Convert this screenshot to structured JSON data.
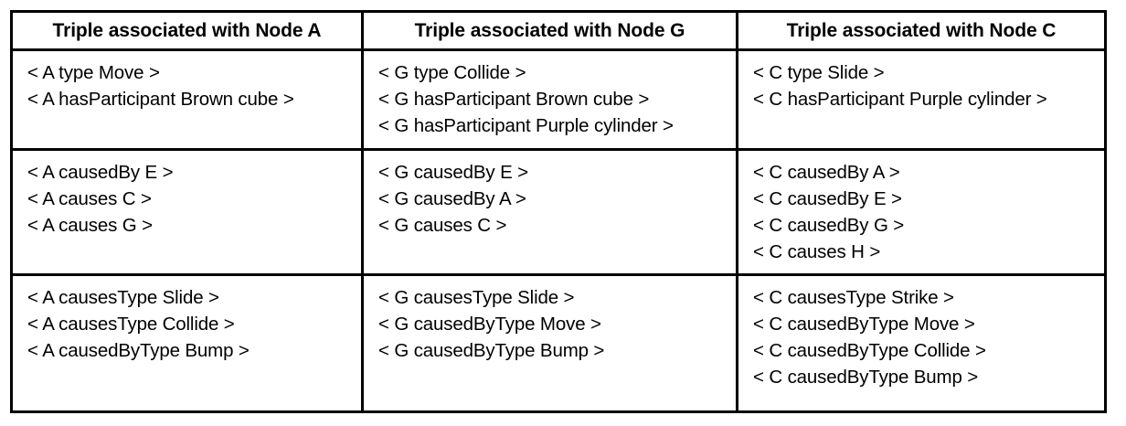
{
  "table": {
    "headers": [
      "Triple associated with Node A",
      "Triple associated with Node G",
      "Triple associated with Node C"
    ],
    "rows": [
      {
        "cells": [
          {
            "lines": [
              "< A type Move >",
              "< A hasParticipant Brown cube >"
            ]
          },
          {
            "lines": [
              "< G type Collide >",
              "< G hasParticipant Brown cube >",
              "< G hasParticipant Purple cylinder >"
            ]
          },
          {
            "lines": [
              "< C type Slide >",
              "< C hasParticipant Purple cylinder >"
            ]
          }
        ]
      },
      {
        "cells": [
          {
            "lines": [
              "< A causedBy E >",
              "< A causes C >",
              "< A causes G >"
            ]
          },
          {
            "lines": [
              "< G causedBy E >",
              "< G causedBy A >",
              "< G causes C >"
            ]
          },
          {
            "lines": [
              "< C causedBy A >",
              "< C causedBy E >",
              "< C causedBy G >",
              "< C causes H >"
            ]
          }
        ]
      },
      {
        "cells": [
          {
            "lines": [
              "< A causesType Slide >",
              "< A causesType Collide >",
              "< A causedByType Bump >"
            ]
          },
          {
            "lines": [
              "< G causesType Slide >",
              "< G causedByType Move >",
              "< G causedByType Bump >"
            ]
          },
          {
            "lines": [
              "< C causesType Strike >",
              "< C causedByType Move >",
              "< C causedByType Collide >",
              "< C causedByType Bump >"
            ]
          }
        ]
      }
    ]
  },
  "style": {
    "border_color": "#000000",
    "text_color": "#000000",
    "background": "#ffffff"
  }
}
